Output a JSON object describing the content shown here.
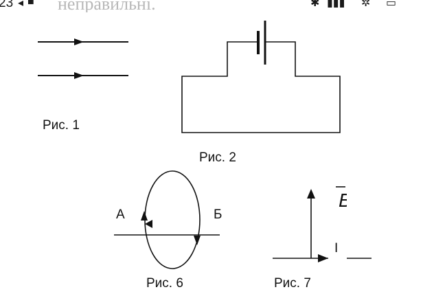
{
  "status_bar": {
    "time": "23",
    "ghost_text": "неправильні."
  },
  "figures": {
    "fig1": {
      "caption": "Рис. 1"
    },
    "fig2": {
      "caption": "Рис. 2"
    },
    "fig6": {
      "caption": "Рис. 6",
      "label_left": "А",
      "label_right": "Б"
    },
    "fig7": {
      "caption": "Рис. 7",
      "label_current": "I",
      "label_vector": "B"
    }
  },
  "colors": {
    "line": "#111111",
    "ghost": "#b8b8b8"
  }
}
